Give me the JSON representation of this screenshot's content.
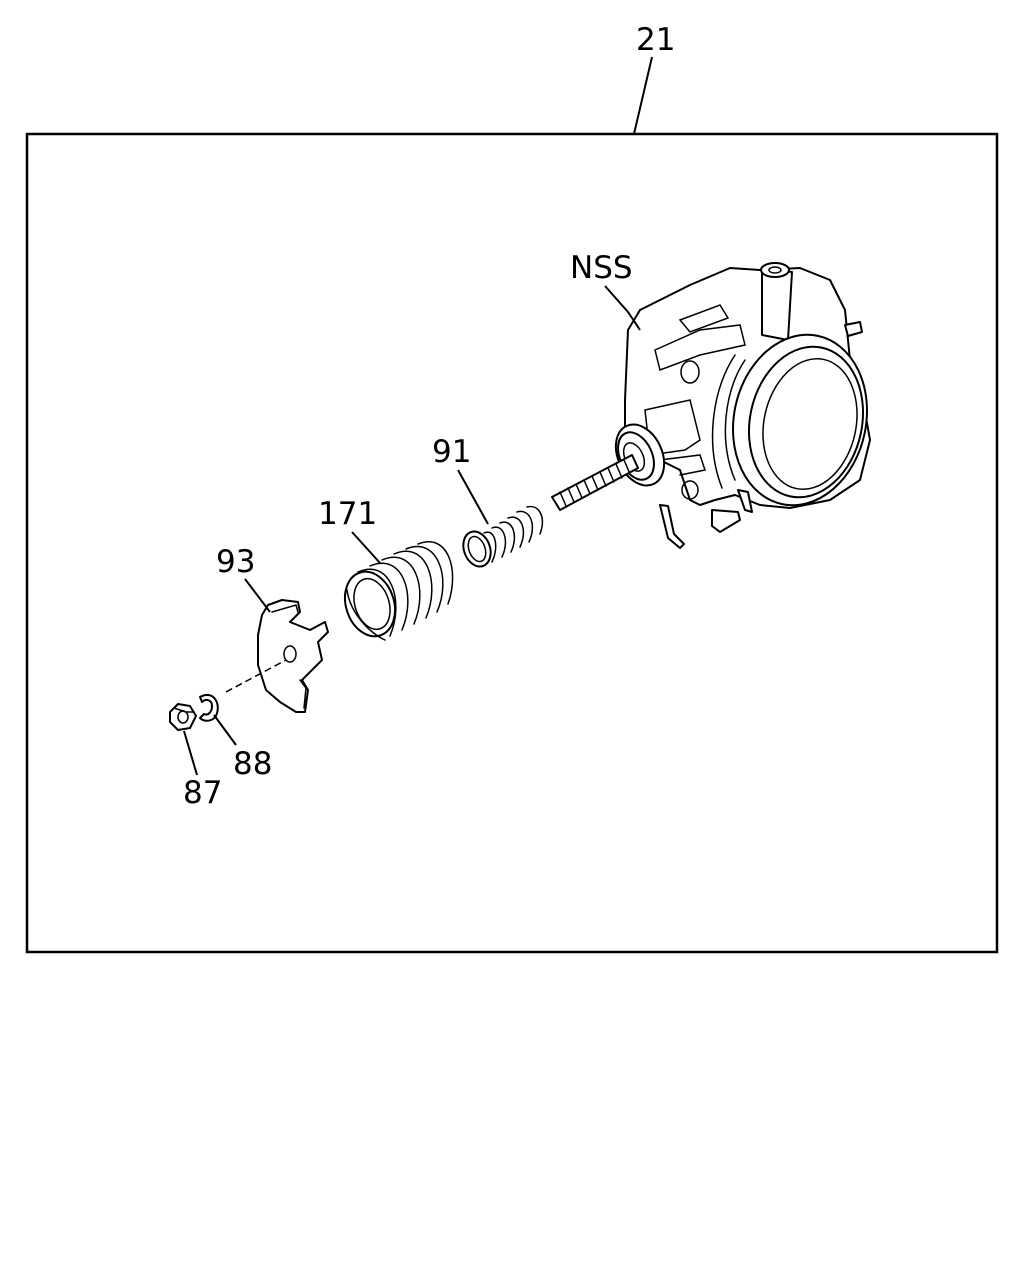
{
  "labels": {
    "assembly": "21",
    "throttle_body": "NSS",
    "spring_large": "171",
    "spring_small": "91",
    "lever": "93",
    "washer": "88",
    "nut": "87"
  }
}
